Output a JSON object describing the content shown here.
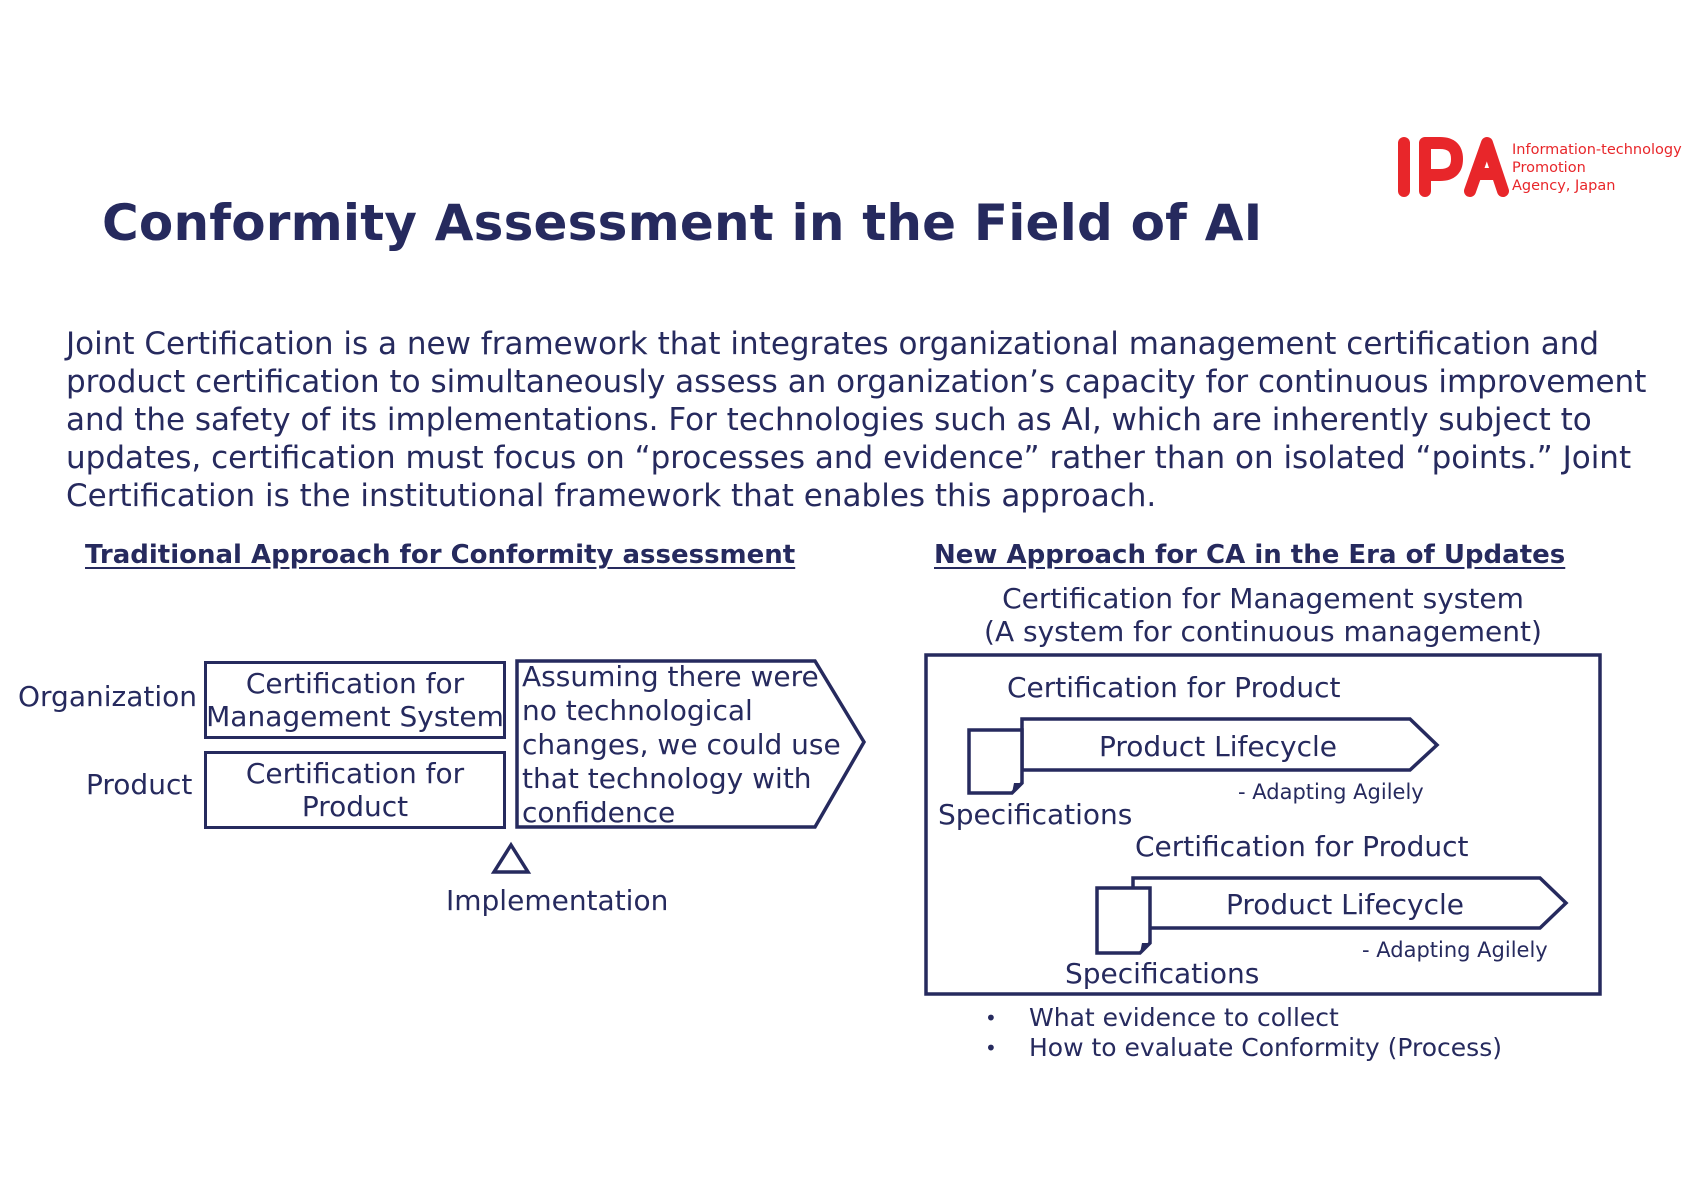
{
  "logo": {
    "mark": "IPA",
    "lines": [
      "Information-technology",
      "Promotion",
      "Agency, Japan"
    ],
    "color": "#e8262a"
  },
  "title": "Conformity Assessment in the Field of AI",
  "intro_lines": [
    "Joint Certification is a new framework that integrates organizational management certification and",
    "product certification to simultaneously assess an organization’s capacity for continuous improvement",
    "and the safety of its implementations. For technologies such as AI, which are inherently subject to",
    "updates, certification must focus on “processes and evidence” rather than on isolated “points.” Joint",
    "Certification is the institutional framework that enables this approach."
  ],
  "traditional": {
    "heading": "Traditional Approach for Conformity assessment",
    "row_labels": [
      "Organization",
      "Product"
    ],
    "mgmt_box": [
      "Certification for",
      "Management System"
    ],
    "product_box": [
      "Certification for",
      "Product"
    ],
    "callout": [
      "Assuming there were",
      "no technological",
      "changes, we could use",
      "that technology with",
      "confidence"
    ],
    "implementation": "Implementation"
  },
  "new_approach": {
    "heading": "New Approach for CA in the Era of Updates",
    "mgmt_lines": [
      "Certification for Management system",
      "(A system for continuous management)"
    ],
    "products": [
      {
        "certification": "Certification for Product",
        "lifecycle": "Product Lifecycle",
        "note": "- Adapting Agilely",
        "specs": "Specifications"
      },
      {
        "certification": "Certification for Product",
        "lifecycle": "Product Lifecycle",
        "note": "- Adapting Agilely",
        "specs": "Specifications"
      }
    ],
    "bullets": [
      "What evidence to collect",
      "How to evaluate Conformity (Process)"
    ],
    "bullet_glyph": "•"
  },
  "colors": {
    "text": "#262a5e",
    "accent": "#e8262a"
  }
}
